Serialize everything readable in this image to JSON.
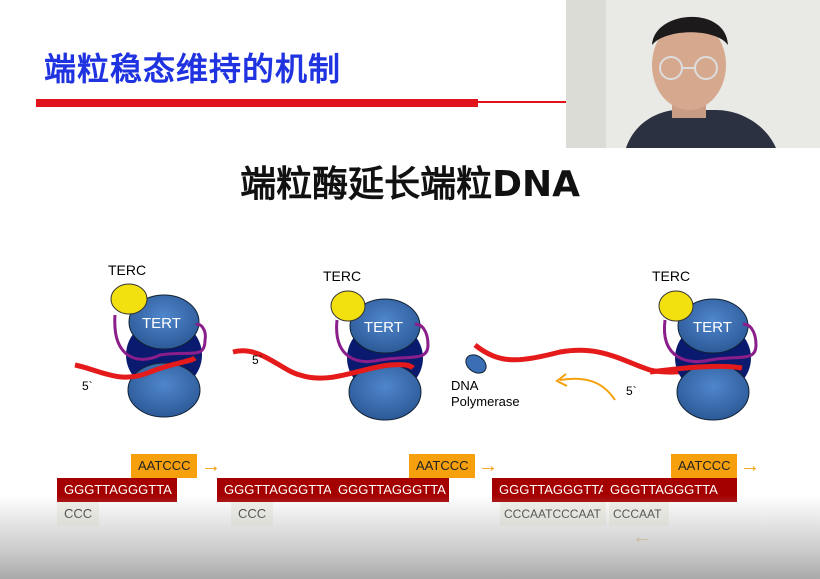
{
  "slide": {
    "title": "端粒稳态维持的机制",
    "heading": "端粒酶延长端粒DNA"
  },
  "diagram": {
    "terc_label": "TERC",
    "tert_label": "TERT",
    "five_prime": "5`",
    "polymerase_label_1": "DNA",
    "polymerase_label_2": "Polymerase"
  },
  "sequences": {
    "template": "AATCCC",
    "repeat": "GGGTTAGGGTTA",
    "ccc": "CCC",
    "complement_long": "CCCAATCCCAAT",
    "complement_short": "CCCAAT",
    "arrow_right": "→",
    "arrow_left": "←"
  },
  "colors": {
    "title": "#1f33e0",
    "accent_red": "#e0141a",
    "dna_red": "#a50000",
    "template_orange": "#f5a00c",
    "protein_blue": "#3a6fb5"
  }
}
